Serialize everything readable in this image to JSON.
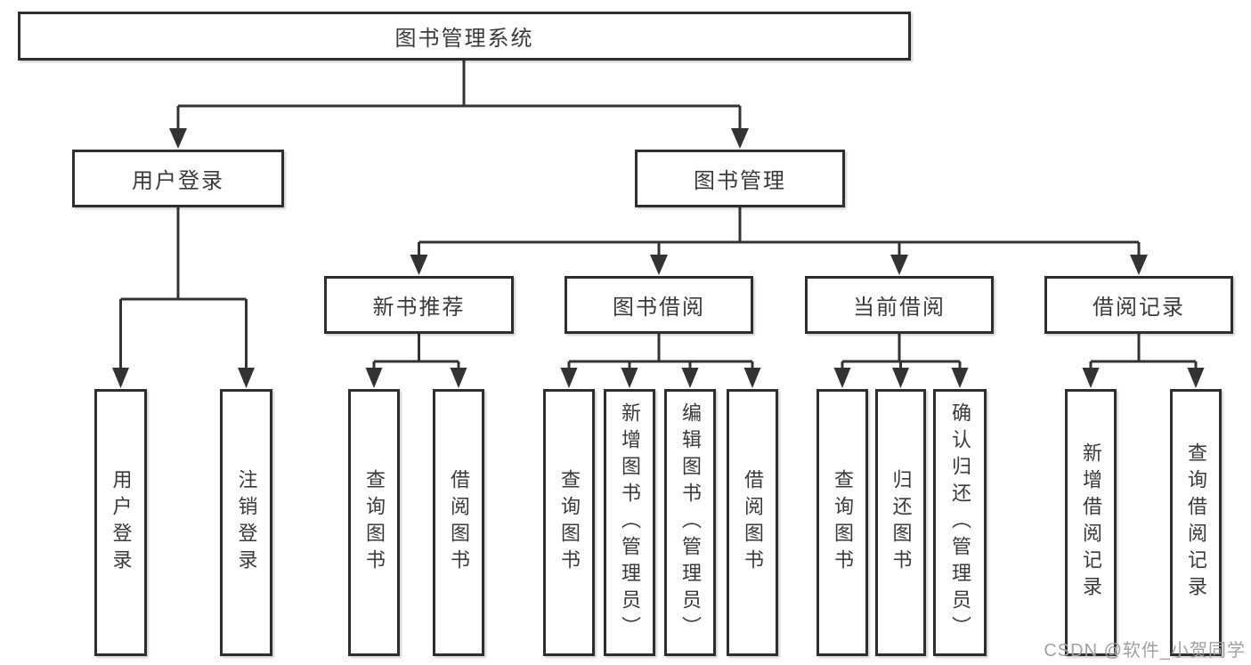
{
  "nodes": {
    "root": "图书管理系统",
    "user_login": "用户登录",
    "book_management": "图书管理",
    "new_book_recommend": "新书推荐",
    "book_borrow": "图书借阅",
    "current_borrow": "当前借阅",
    "borrow_records": "借阅记录",
    "leaf_user_login": "用户登录",
    "leaf_logout": "注销登录",
    "leaf_query_books_1": "查询图书",
    "leaf_borrow_books_1": "借阅图书",
    "leaf_query_books_2": "查询图书",
    "leaf_add_book_admin": "新增图书（管理员）",
    "leaf_edit_book_admin": "编辑图书（管理员）",
    "leaf_borrow_books_2": "借阅图书",
    "leaf_query_books_3": "查询图书",
    "leaf_return_books": "归还图书",
    "leaf_confirm_return_admin": "确认归还（管理员）",
    "leaf_add_borrow_record": "新增借阅记录",
    "leaf_query_borrow_record": "查询借阅记录"
  },
  "watermark": {
    "text": "CSDN @软件_小贺同学"
  },
  "colors": {
    "line": "#333333",
    "box_border": "#2e2e2e",
    "text": "#3a3a3a",
    "watermark": "#a0a0a0",
    "background": "#ffffff"
  }
}
